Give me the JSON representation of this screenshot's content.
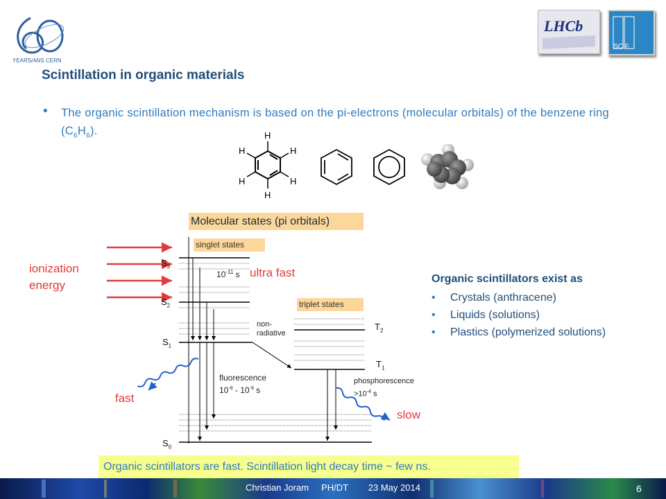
{
  "header": {
    "cern_logo_text": "YEARS/ANS CERN",
    "lhcb_logo_text": "LHCb",
    "scf_logo_text": "SC F"
  },
  "slide": {
    "title": "Scintillation in organic materials",
    "bullet_text_pre": "The organic scintillation mechanism is based on the pi-electrons (molecular orbitals) of the benzene ring ",
    "formula_open": "(C",
    "formula_sub1": "6",
    "formula_h": "H",
    "formula_sub2": "6",
    "formula_close": ").",
    "benzene_atoms": {
      "h": "H"
    }
  },
  "diagram": {
    "banner": "Molecular states (pi orbitals)",
    "singlet_label": "singlet states",
    "triplet_label": "triplet states",
    "ionization_line1": "ionization",
    "ionization_line2": "energy",
    "ultra_fast": "ultra fast",
    "fast": "fast",
    "slow": "slow",
    "time_ultrafast_base": "10",
    "time_ultrafast_exp": "-11",
    "time_ultrafast_unit": " s",
    "nonradiative_line1": "non-",
    "nonradiative_line2": "radiative",
    "fluorescence_label": "fluorescence",
    "fluorescence_time_a": "10",
    "fluorescence_time_a_exp": "-8",
    "fluorescence_time_mid": " - 10",
    "fluorescence_time_b_exp": "-9",
    "fluorescence_time_unit": " s",
    "phosphorescence_label": "phosphorescence",
    "phosphorescence_time_pre": ">10",
    "phosphorescence_time_exp": "-4",
    "phosphorescence_time_unit": " s",
    "levels": {
      "s3": "S",
      "s3_sub": "3",
      "s2": "S",
      "s2_sub": "2",
      "s1": "S",
      "s1_sub": "1",
      "s0": "S",
      "s0_sub": "0",
      "t2": "T",
      "t2_sub": "2",
      "t1": "T",
      "t1_sub": "1"
    },
    "colors": {
      "red": "#e23b3b",
      "blue": "#2060d0",
      "highlight": "#fdd79a"
    }
  },
  "organic": {
    "heading": "Organic scintillators exist as",
    "items": [
      "Crystals (anthracene)",
      "Liquids (solutions)",
      "Plastics (polymerized solutions)"
    ]
  },
  "bottom_note": "Organic scintillators are fast. Scintillation light decay time ~ few ns.",
  "footer": {
    "text": "Christian Joram     PH/DT        23 May 2014",
    "page": "6"
  }
}
